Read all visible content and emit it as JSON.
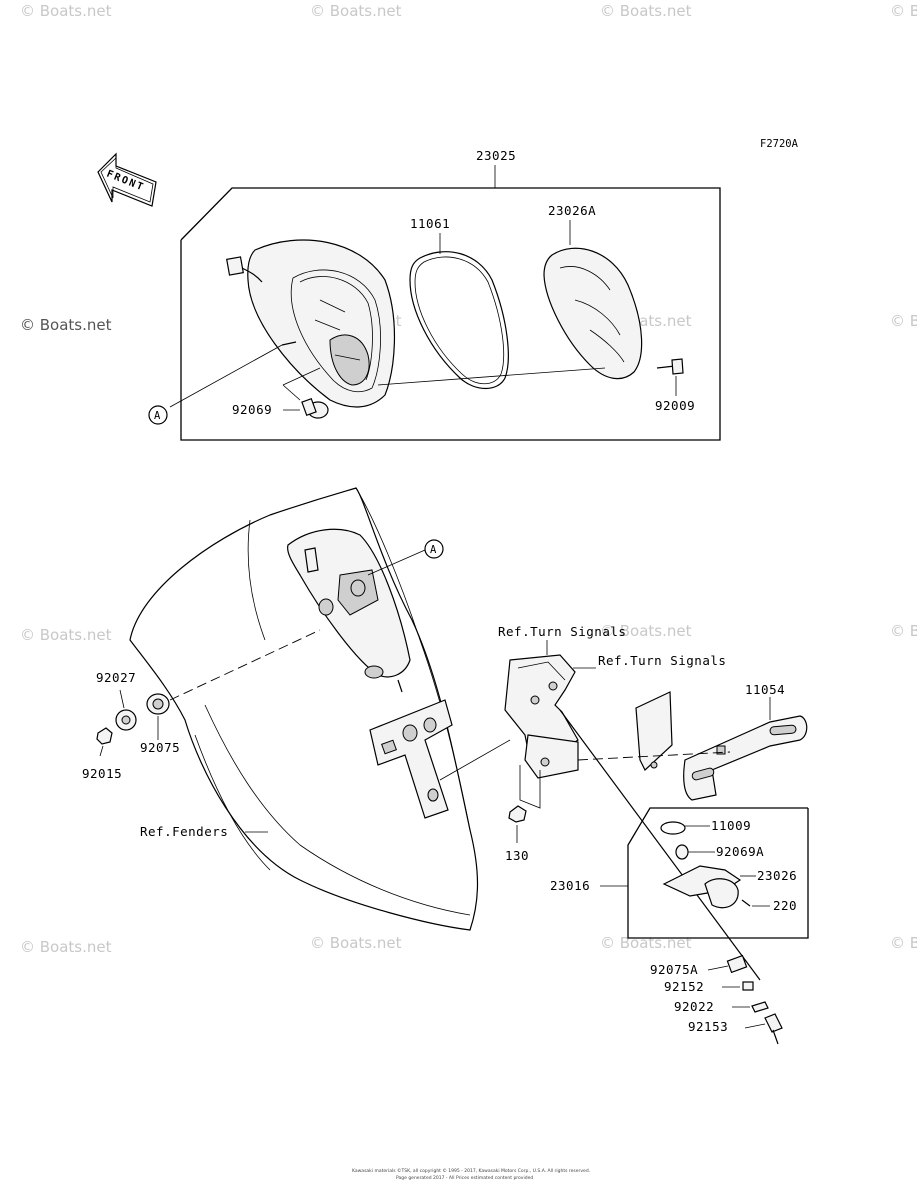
{
  "figure_code": "F2720A",
  "front_arrow_text": "FRONT",
  "ref_marker": "A",
  "watermark": "© Boats.net",
  "parts": {
    "p23025": "23025",
    "p11061": "11061",
    "p23026A": "23026A",
    "p92069": "92069",
    "p92009": "92009",
    "p92027": "92027",
    "p92075": "92075",
    "p92015": "92015",
    "p130": "130",
    "p11054": "11054",
    "p11009": "11009",
    "p92069A": "92069A",
    "p23026": "23026",
    "p220": "220",
    "p23016": "23016",
    "p92075A": "92075A",
    "p92152": "92152",
    "p92022": "92022",
    "p92153": "92153"
  },
  "references": {
    "turn_signals_1": "Ref.Turn Signals",
    "turn_signals_2": "Ref.Turn Signals",
    "fenders": "Ref.Fenders"
  },
  "footer": {
    "line1": "Kawasaki materials ©TSK, all copyright © 1995 - 2017, Kawasaki Motors Corp., U.S.A. All rights reserved.",
    "line2": "Page generated 2017 - All Prices estimated content provided"
  }
}
